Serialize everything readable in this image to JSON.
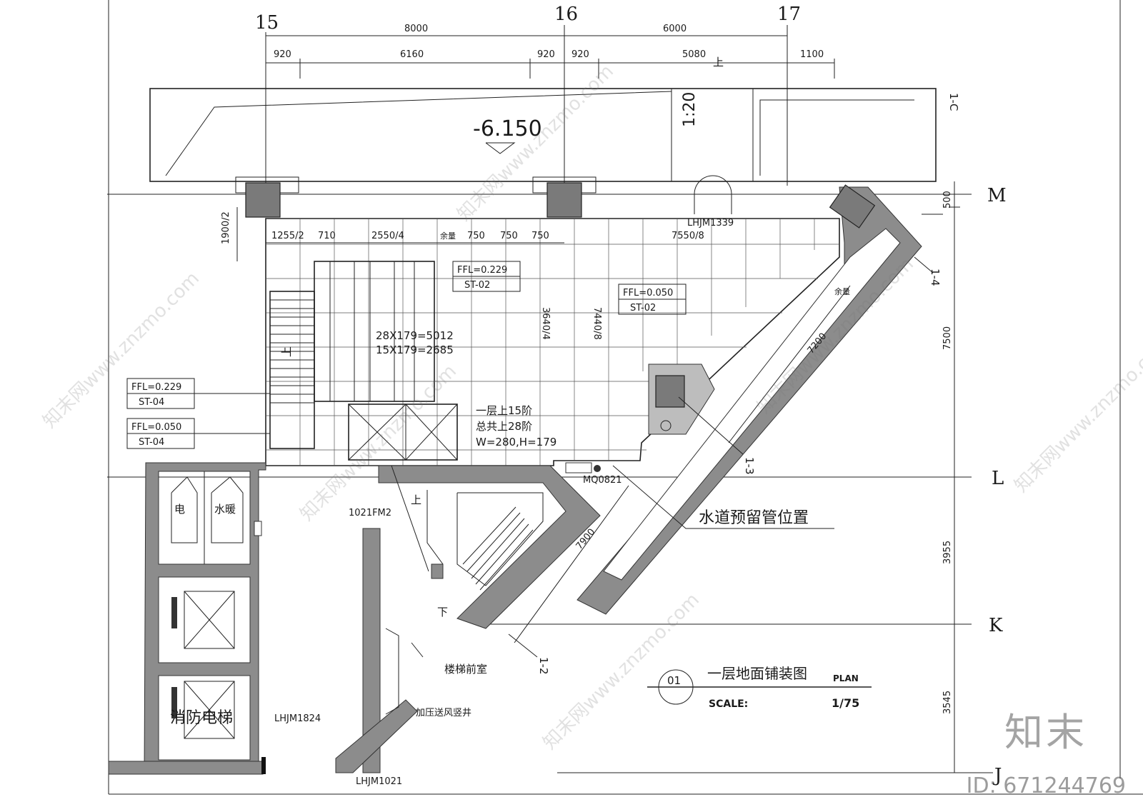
{
  "axes": {
    "a15": "15",
    "a16": "16",
    "a17": "17",
    "aM": "M",
    "aL": "L",
    "aK": "K",
    "aJ": "J"
  },
  "top_dims": {
    "d8000": "8000",
    "d6000": "6000",
    "d920a": "920",
    "d6160": "6160",
    "d920b": "920",
    "d920c": "920",
    "d5080": "5080",
    "d1100": "1100"
  },
  "right_dims": {
    "d500": "500",
    "d7500": "7500",
    "d3955": "3955",
    "d3545": "3545"
  },
  "diag_dims": {
    "d7200": "7200",
    "d7900": "7900"
  },
  "inner_dims": {
    "d1900_2": "1900/2",
    "d1255_2": "1255/2",
    "d710": "710",
    "d2550_4": "2550/4",
    "d750a": "750",
    "d750b": "750",
    "d750c": "750",
    "d7550_8": "7550/8",
    "d3640_4": "3640/4",
    "d7440_8": "7440/8",
    "yuliang1": "余量",
    "yuliang2": "余量"
  },
  "levels": {
    "lv_top": "-6.150",
    "scale_1_20": "1:20",
    "lv_up": "上"
  },
  "tags": {
    "t1_ffl": "FFL=0.229",
    "t1_st": "ST-02",
    "t2_ffl": "FFL=0.050",
    "t2_st": "ST-02",
    "t3_ffl": "FFL=0.229",
    "t3_st": "ST-04",
    "t4_ffl": "FFL=0.050",
    "t4_st": "ST-04"
  },
  "stairs": {
    "s1": "28X179=5012",
    "s2": "15X179=2685",
    "s3": "一层上15阶",
    "s4": "总共上28阶",
    "s5": "W=280,H=179",
    "up1": "上",
    "up2": "上",
    "down": "下"
  },
  "rooms": {
    "elec": "电",
    "water": "水暖",
    "fire_lift": "消防电梯",
    "lobby": "楼梯前室",
    "shaft": "加压送风竖井"
  },
  "doors": {
    "dm1": "LHJM1339",
    "dm2": "1021FM2",
    "dm3": "LHJM1824",
    "dm4": "LHJM1021",
    "dm5": "MQ0821"
  },
  "notes": {
    "pipe": "水道预留管位置"
  },
  "sections": {
    "s1c": "1-C",
    "s14": "1-4",
    "s13": "1-3",
    "s12": "1-2"
  },
  "title_block": {
    "num": "01",
    "title": "一层地面铺装图",
    "plan": "PLAN",
    "scale_label": "SCALE:",
    "scale_value": "1/75"
  },
  "watermark": {
    "text": "知末网www.znzmo.com",
    "brand": "知末",
    "id": "ID: 671244769"
  }
}
